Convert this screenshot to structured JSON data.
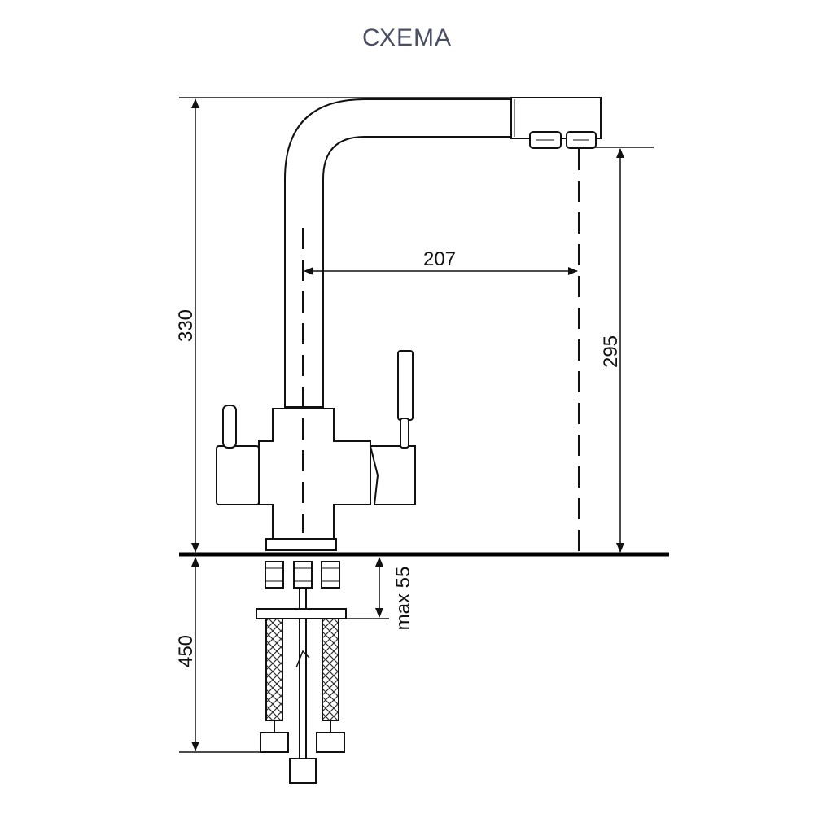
{
  "title": "СХЕМА",
  "dimensions": {
    "total_height": "330",
    "spout_reach": "207",
    "spout_height": "295",
    "max_thread": "max 55",
    "hose_length": "450"
  },
  "colors": {
    "title": "#4a4f66",
    "line": "#111111",
    "counter": "#000000",
    "text": "#111111"
  }
}
